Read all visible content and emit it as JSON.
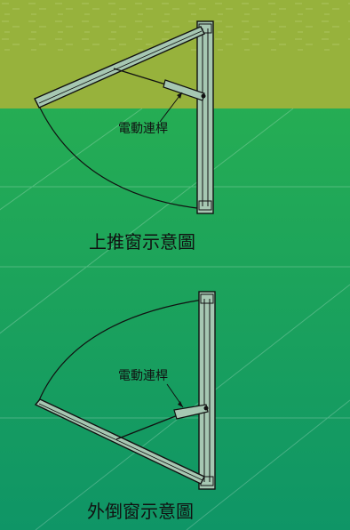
{
  "colors": {
    "top_band": "#97b23c",
    "top_band_light": "#adc64a",
    "gradient_top": "#2bb34f",
    "gradient_bottom": "#0f9566",
    "line": "#111111",
    "frame_fill": "#a6c7b2"
  },
  "diagrams": [
    {
      "part_label": "電動連桿",
      "caption": "上推窗示意圖"
    },
    {
      "part_label": "電動連桿",
      "caption": "外倒窗示意圖"
    }
  ]
}
